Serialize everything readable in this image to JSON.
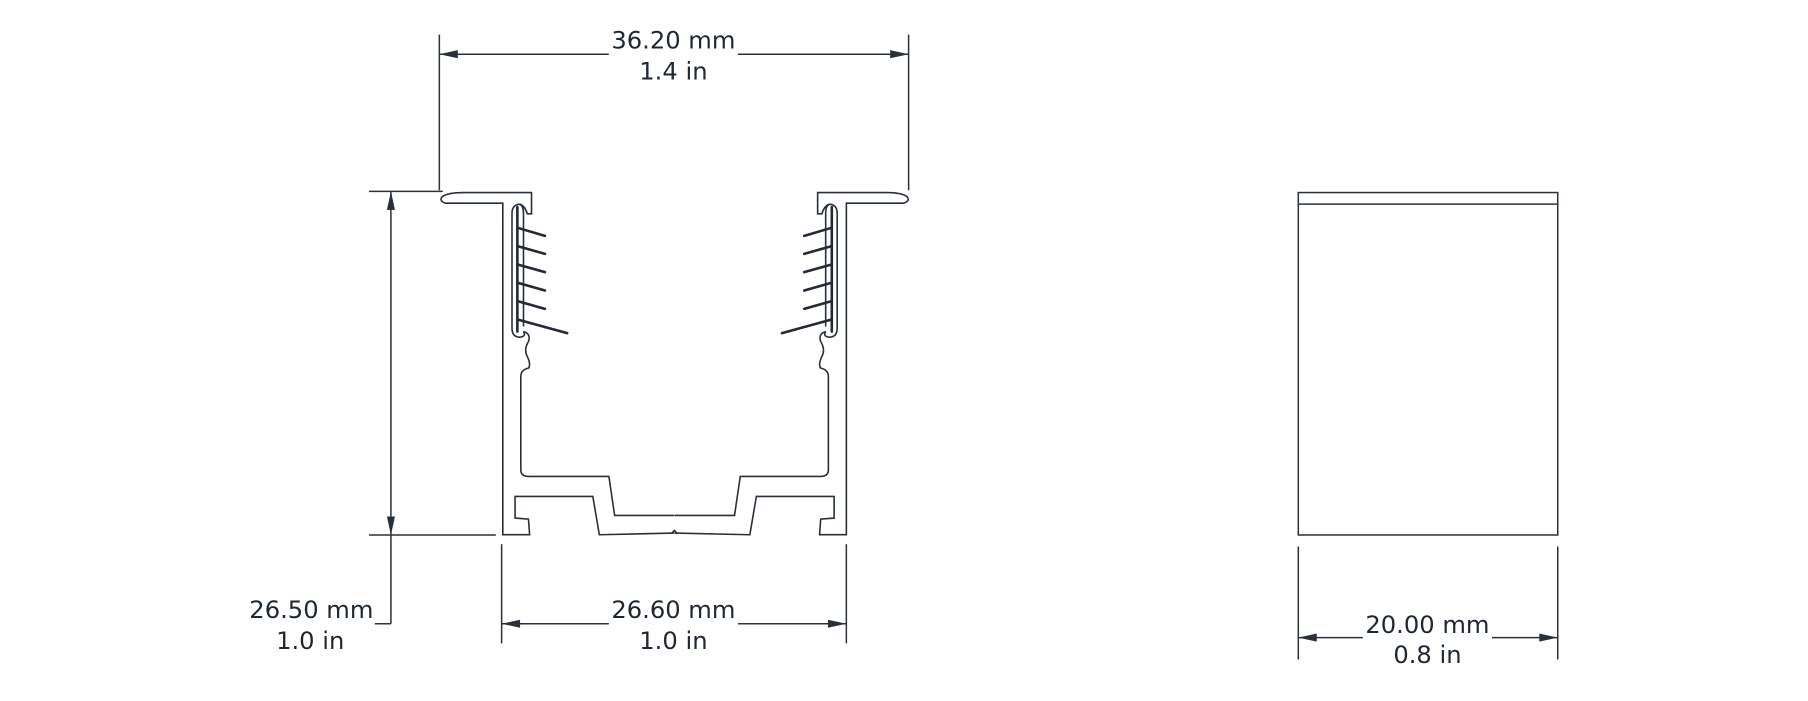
{
  "dimensions": {
    "overall_width": {
      "mm": "36.20 mm",
      "in": "1.4 in"
    },
    "height": {
      "mm": "26.50 mm",
      "in": "1.0 in"
    },
    "body_width": {
      "mm": "26.60 mm",
      "in": "1.0 in"
    },
    "side_length": {
      "mm": "20.00 mm",
      "in": "0.8 in"
    }
  },
  "colors": {
    "line": "#2a3038",
    "text": "#1f2730",
    "background": "#ffffff"
  }
}
